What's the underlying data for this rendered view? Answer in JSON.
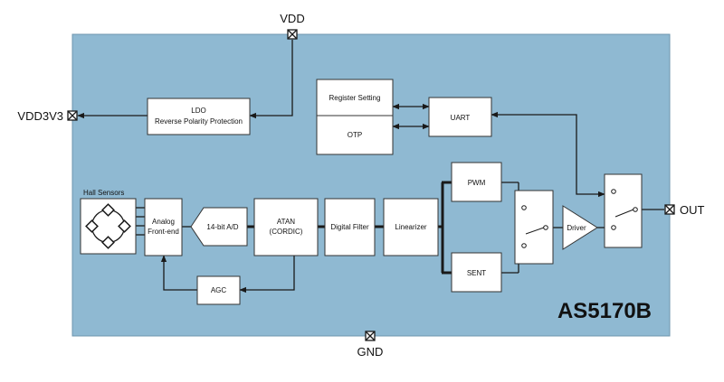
{
  "pins": {
    "vdd": "VDD",
    "vdd3v3": "VDD3V3",
    "out": "OUT",
    "gnd": "GND"
  },
  "chip_name": "AS5170B",
  "blocks": {
    "ldo_line1": "LDO",
    "ldo_line2": "Reverse Polarity Protection",
    "register_setting": "Register Setting",
    "otp": "OTP",
    "uart": "UART",
    "hall_sensors": "Hall Sensors",
    "analog_line1": "Analog",
    "analog_line2": "Front-end",
    "adc": "14-bit A/D",
    "atan_line1": "ATAN",
    "atan_line2": "(CORDIC)",
    "digital_filter": "Digital Filter",
    "linearizer": "Linearizer",
    "pwm": "PWM",
    "sent": "SENT",
    "driver": "Driver",
    "agc": "AGC"
  },
  "colors": {
    "chip_fill": "#8fb9d2",
    "block_fill": "#ffffff",
    "line": "#1a1a1a"
  }
}
